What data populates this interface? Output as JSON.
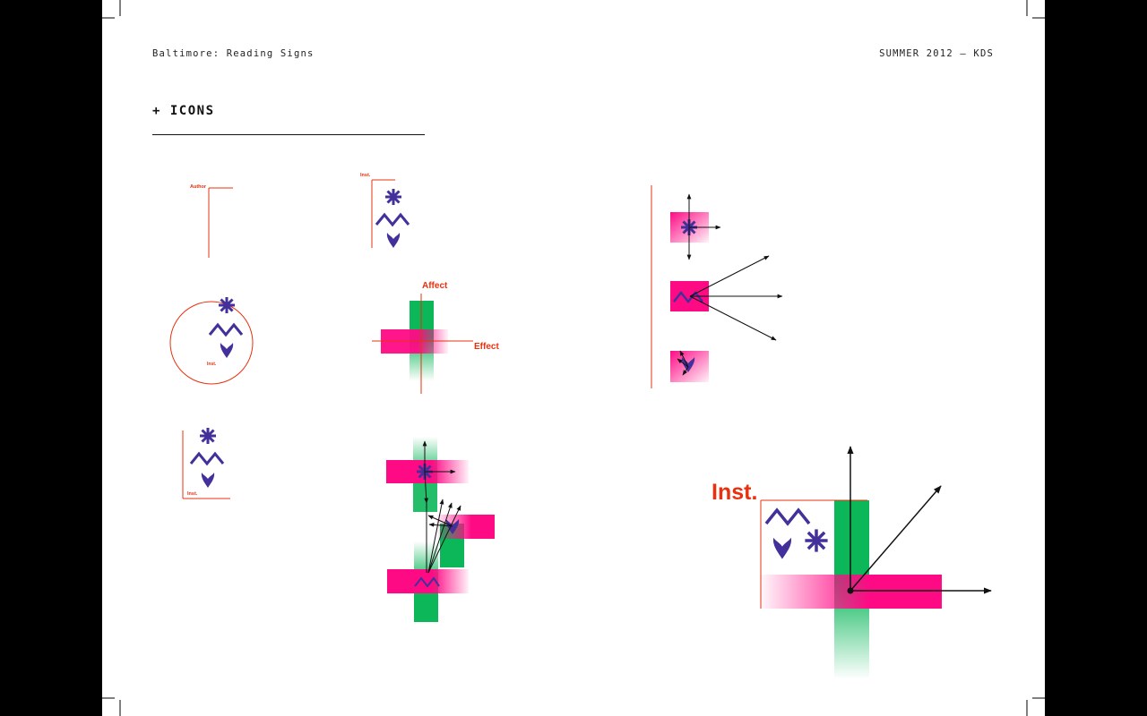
{
  "header": {
    "left_title": "Baltimore: Reading Signs",
    "right_title": "SUMMER 2012 – KDS"
  },
  "section": {
    "title": "+ ICONS"
  },
  "labels": {
    "author": "Author",
    "inst": "Inst.",
    "affect": "Affect",
    "effect": "Effect",
    "inst_large": "Inst."
  },
  "colors": {
    "accent_red": "#e8310f",
    "icon_purple": "#43309b",
    "magenta": "#ff0a85",
    "green": "#0cb75a"
  },
  "icons": [
    "asterisk-icon",
    "zigzag-icon",
    "heart-icon"
  ]
}
